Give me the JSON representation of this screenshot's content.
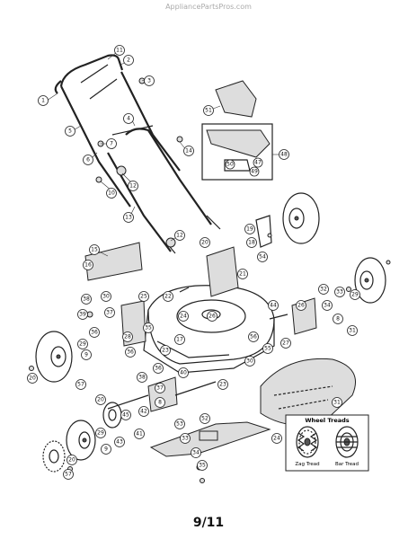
{
  "watermark": "AppliancePartsPros.com",
  "page_number": "9/11",
  "inset": {
    "title": "Wheel Treads",
    "left_label": "Zag Tread",
    "right_label": "Bar Tread"
  },
  "callouts": [
    "1",
    "2",
    "3",
    "4",
    "5",
    "6",
    "7",
    "8",
    "9",
    "10",
    "11",
    "12",
    "13",
    "14",
    "15",
    "16",
    "17",
    "18",
    "19",
    "20",
    "21",
    "22",
    "23",
    "24",
    "25",
    "26",
    "27",
    "28",
    "29",
    "30",
    "31",
    "32",
    "33",
    "34",
    "35",
    "36",
    "37",
    "38",
    "39",
    "40",
    "41",
    "42",
    "43",
    "44",
    "45",
    "46",
    "47",
    "48",
    "49",
    "50",
    "51",
    "52",
    "53",
    "54",
    "55",
    "56",
    "57"
  ]
}
